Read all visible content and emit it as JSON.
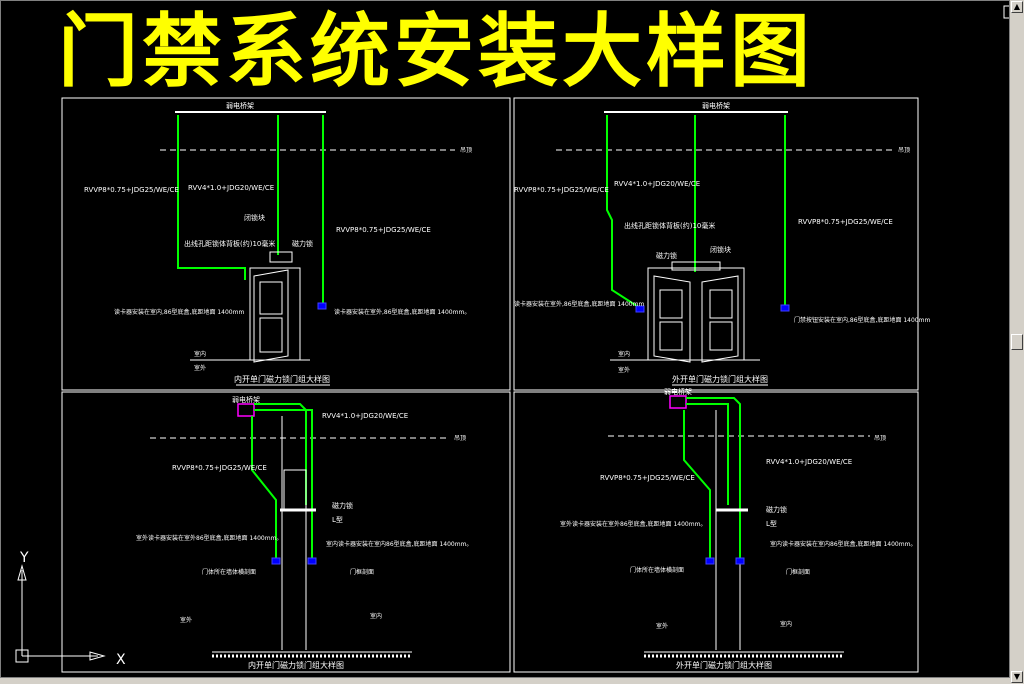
{
  "title": "门禁系统安装大样图",
  "ucs": {
    "x_label": "X",
    "y_label": "Y"
  },
  "colors": {
    "frame": "#ffffff",
    "cable": "#00ff00",
    "box": "#0000ff",
    "magenta": "#ff00ff",
    "title": "#ffff00"
  },
  "panels": {
    "tl": {
      "caption": "内开单门磁力锁门组大样图",
      "top_label": "弱电桥架",
      "floor_mark": "吊顶",
      "cable_left": "RVVP8*0.75+JDG25/WE/CE",
      "cable_mid": "RVV4*1.0+JDG20/WE/CE",
      "cable_right": "RVVP8*0.75+JDG25/WE/CE",
      "lbl_a": "闭锁块",
      "lbl_b": "出线孔距锁体背板(约)10毫米",
      "lbl_c": "磁力锁",
      "note_left": "读卡器安装在室内,86型底盒,底距地面 1400mm",
      "note_right": "读卡器安装在室外,86型底盒,底距地面 1400mm。",
      "indoor": "室内",
      "outdoor": "室外"
    },
    "tr": {
      "caption": "外开单门磁力锁门组大样图",
      "top_label": "弱电桥架",
      "floor_mark": "吊顶",
      "cable_left": "RVVP8*0.75+JDG25/WE/CE",
      "cable_mid": "RVV4*1.0+JDG20/WE/CE",
      "cable_right": "RVVP8*0.75+JDG25/WE/CE",
      "lbl_a": "出线孔距锁体背板(约)10毫米",
      "lbl_b": "磁力锁",
      "lbl_c": "闭锁块",
      "note_left": "读卡器安装在室外,86型底盒,底距地面 1400mm",
      "note_right": "门禁按钮安装在室内,86型底盒,底距地面 1400mm",
      "indoor": "室内",
      "outdoor": "室外"
    },
    "bl": {
      "caption": "内开单门磁力锁门组大样图",
      "top_label": "弱电桥架",
      "floor_mark": "吊顶",
      "cable_mid": "RVV4*1.0+JDG20/WE/CE",
      "cable_left": "RVVP8*0.75+JDG25/WE/CE",
      "lbl_a": "磁力锁",
      "lbl_b": "L型",
      "note_left": "室外读卡器安装在室外86型底盒,底距地面 1400mm。",
      "note_right": "室内读卡器安装在室内86型底盒,底距地面 1400mm。",
      "lbl_door": "门体所在墙体横剖面",
      "lbl_door2": "门框剖面",
      "outdoor": "室外",
      "indoor": "室内"
    },
    "br": {
      "caption": "外开单门磁力锁门组大样图",
      "top_label": "弱电桥架",
      "floor_mark": "吊顶",
      "cable_mid": "RVV4*1.0+JDG20/WE/CE",
      "cable_left": "RVVP8*0.75+JDG25/WE/CE",
      "lbl_a": "磁力锁",
      "lbl_b": "L型",
      "note_left": "室外读卡器安装在室外86型底盒,底距地面 1400mm。",
      "note_right": "室内读卡器安装在室内86型底盒,底距地面 1400mm。",
      "lbl_door": "门体所在墙体横剖面",
      "lbl_door2": "门框剖面",
      "outdoor": "室外",
      "indoor": "室内"
    }
  }
}
